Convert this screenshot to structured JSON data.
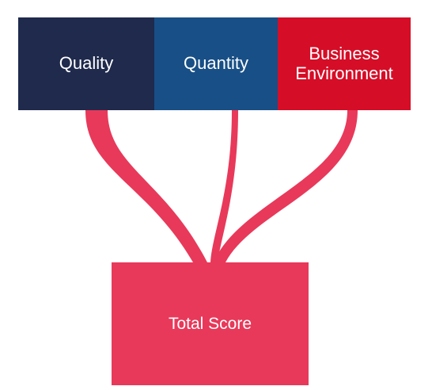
{
  "diagram": {
    "inputs": [
      {
        "id": "quality",
        "label": "Quality",
        "color": "#1f2a4d"
      },
      {
        "id": "quantity",
        "label": "Quantity",
        "color": "#184f86"
      },
      {
        "id": "business",
        "label": "Business\nEnvironment",
        "color": "#d60d27"
      }
    ],
    "output": {
      "label": "Total Score",
      "color": "#e8395a"
    },
    "connector_color": "#e8395a"
  }
}
